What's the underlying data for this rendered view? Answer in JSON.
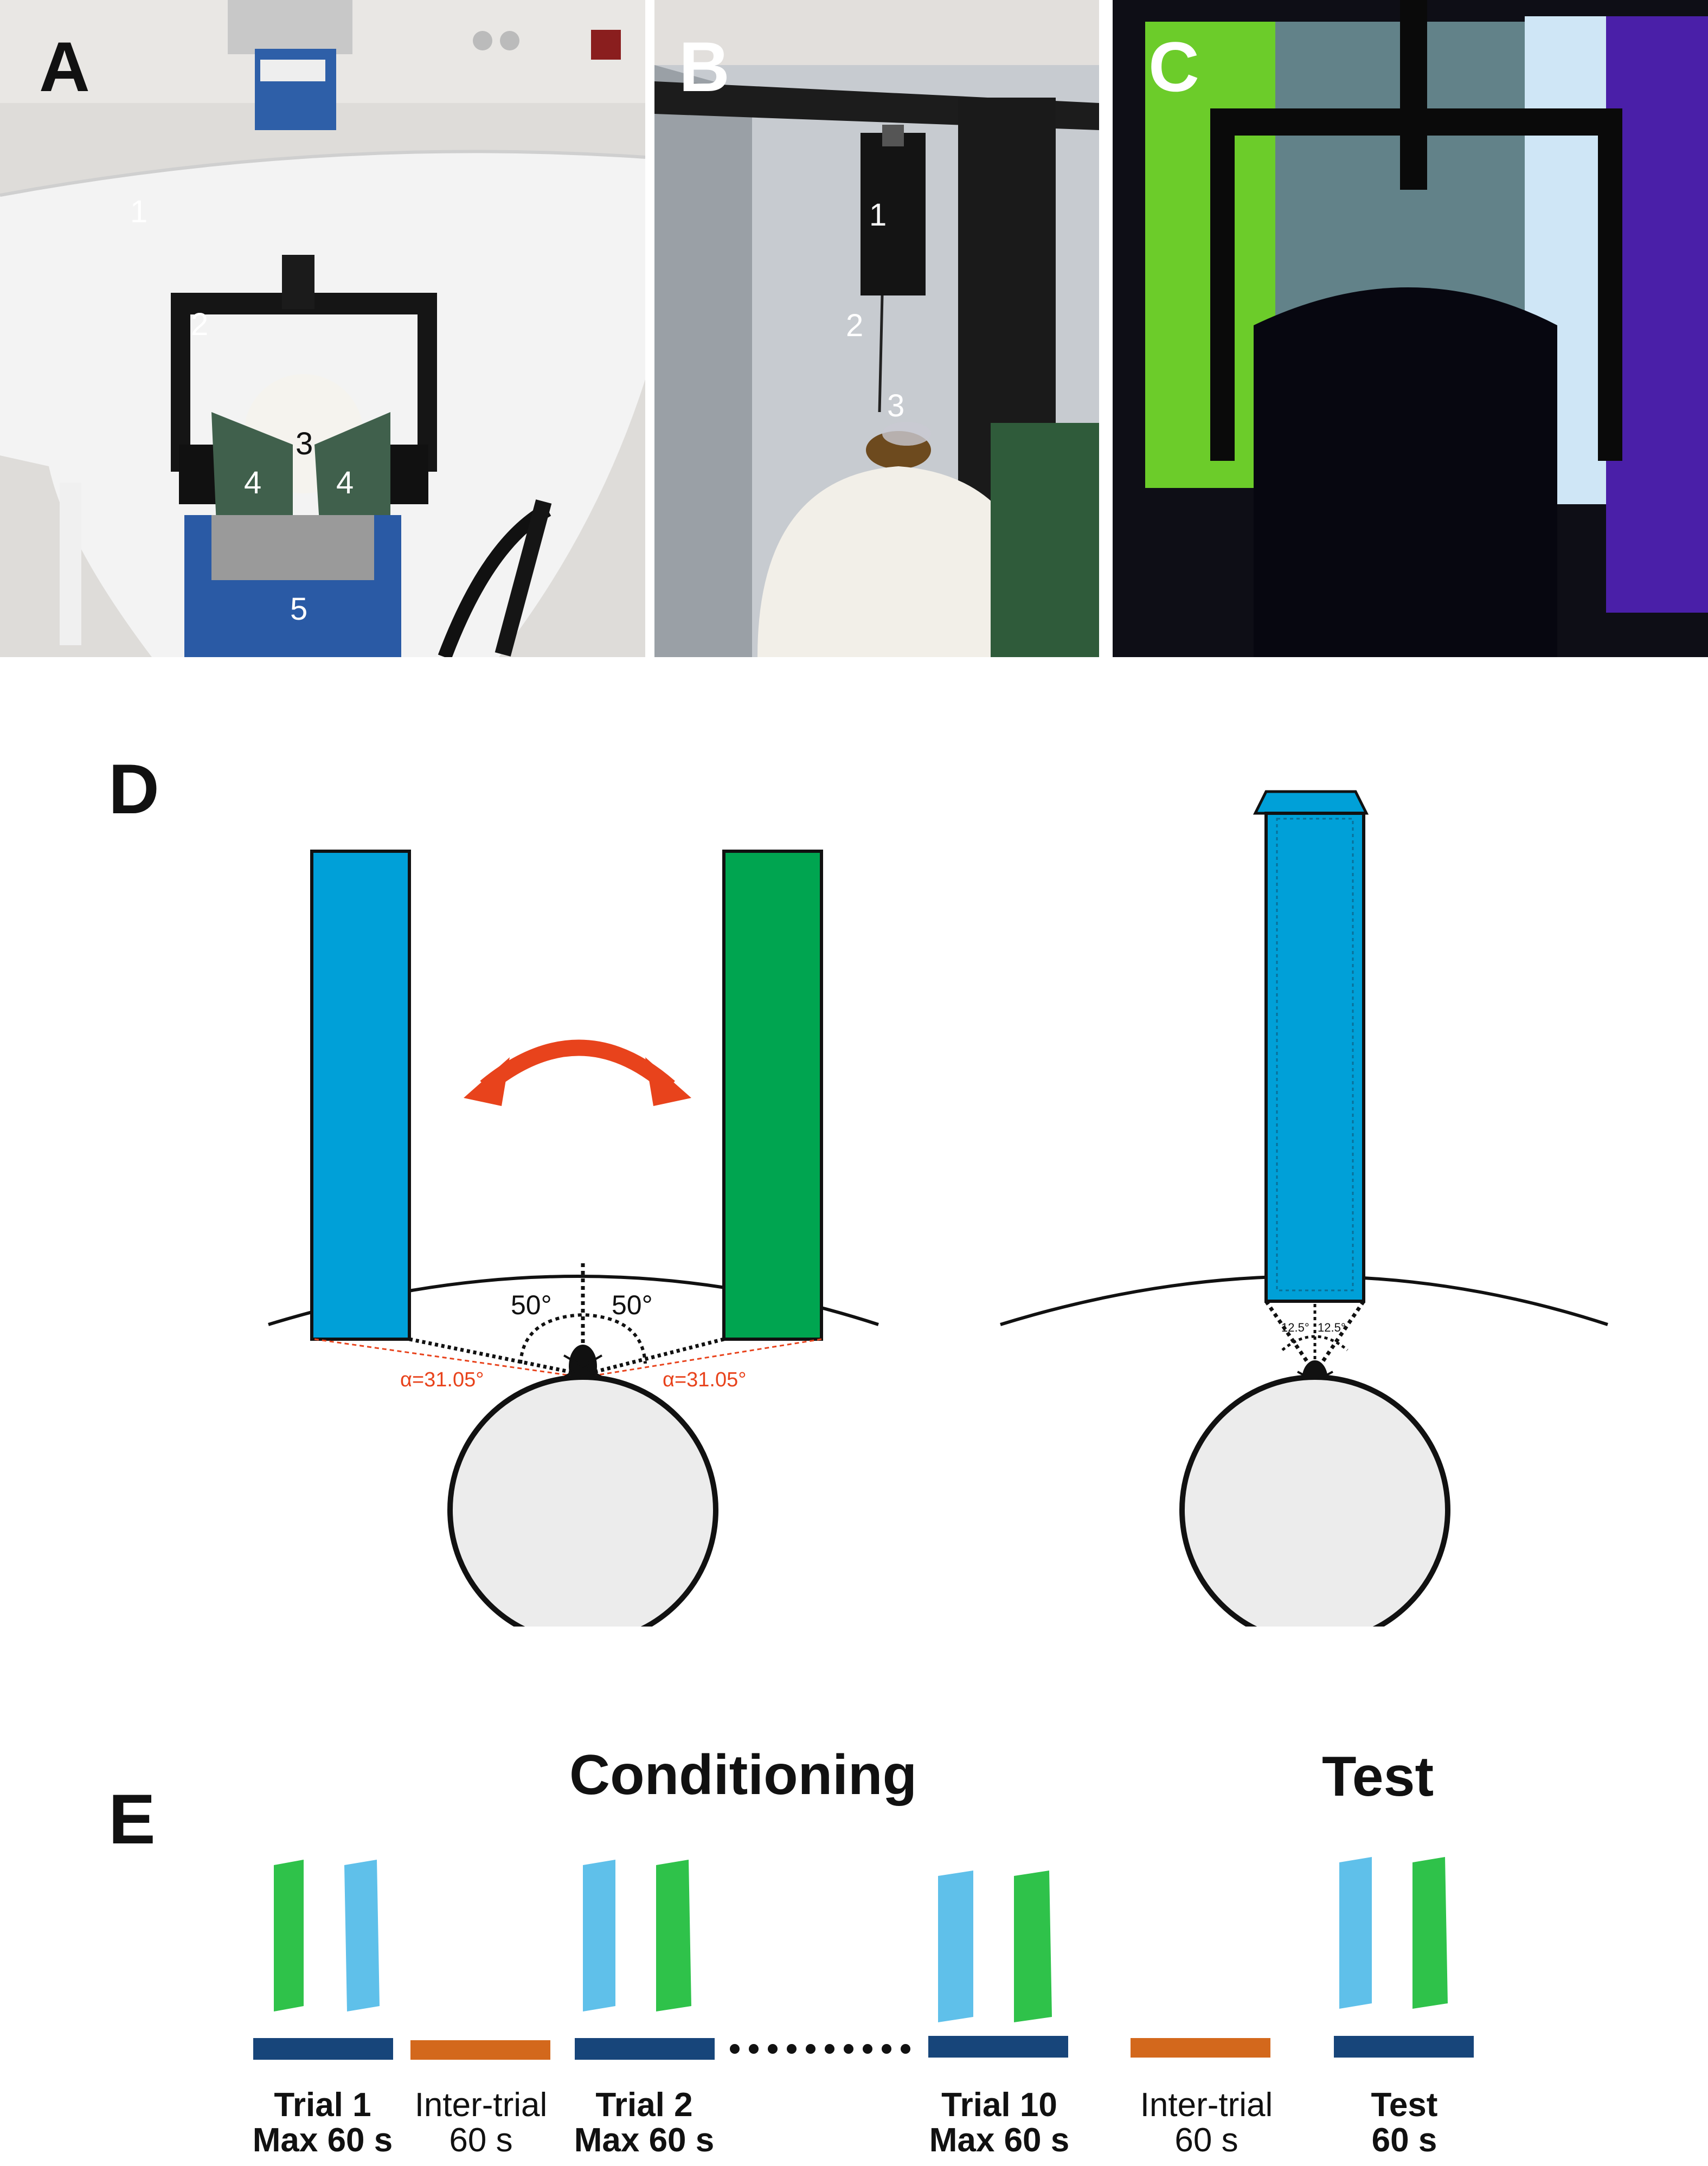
{
  "panels": {
    "A": {
      "letter": "A",
      "callouts": [
        "1",
        "2",
        "3",
        "4",
        "4",
        "5"
      ]
    },
    "B": {
      "letter": "B",
      "callouts": [
        "1",
        "2",
        "3"
      ]
    },
    "C": {
      "letter": "C"
    },
    "D": {
      "letter": "D",
      "left_angle_1": "50°",
      "left_angle_2": "50°",
      "alpha_left": "α=31.05°",
      "alpha_right": "α=31.05°",
      "right_angle_1": "12.5°",
      "right_angle_2": "12.5°"
    },
    "E": {
      "letter": "E",
      "conditioning_title": "Conditioning",
      "test_title": "Test",
      "timeline": [
        {
          "bold": "Trial 1",
          "sub": "Max 60 s",
          "sub_bold": true
        },
        {
          "bold": "",
          "top": "Inter-trial",
          "sub": "60 s",
          "sub_bold": false
        },
        {
          "bold": "Trial 2",
          "sub": "Max 60 s",
          "sub_bold": true
        },
        {
          "bold": "Trial 10",
          "sub": "Max 60 s",
          "sub_bold": true
        },
        {
          "bold": "",
          "top": "Inter-trial",
          "sub": "60 s",
          "sub_bold": false
        },
        {
          "bold": "Test",
          "sub": "60 s",
          "sub_bold": true
        }
      ]
    }
  },
  "colors": {
    "blue_stimulus": "#00a0d8",
    "green_stimulus": "#00a550",
    "arrow_red": "#e8431c",
    "trial_bar": "#17457a",
    "intertrial_bar": "#d3681c",
    "sphere_fill": "#ececec"
  }
}
